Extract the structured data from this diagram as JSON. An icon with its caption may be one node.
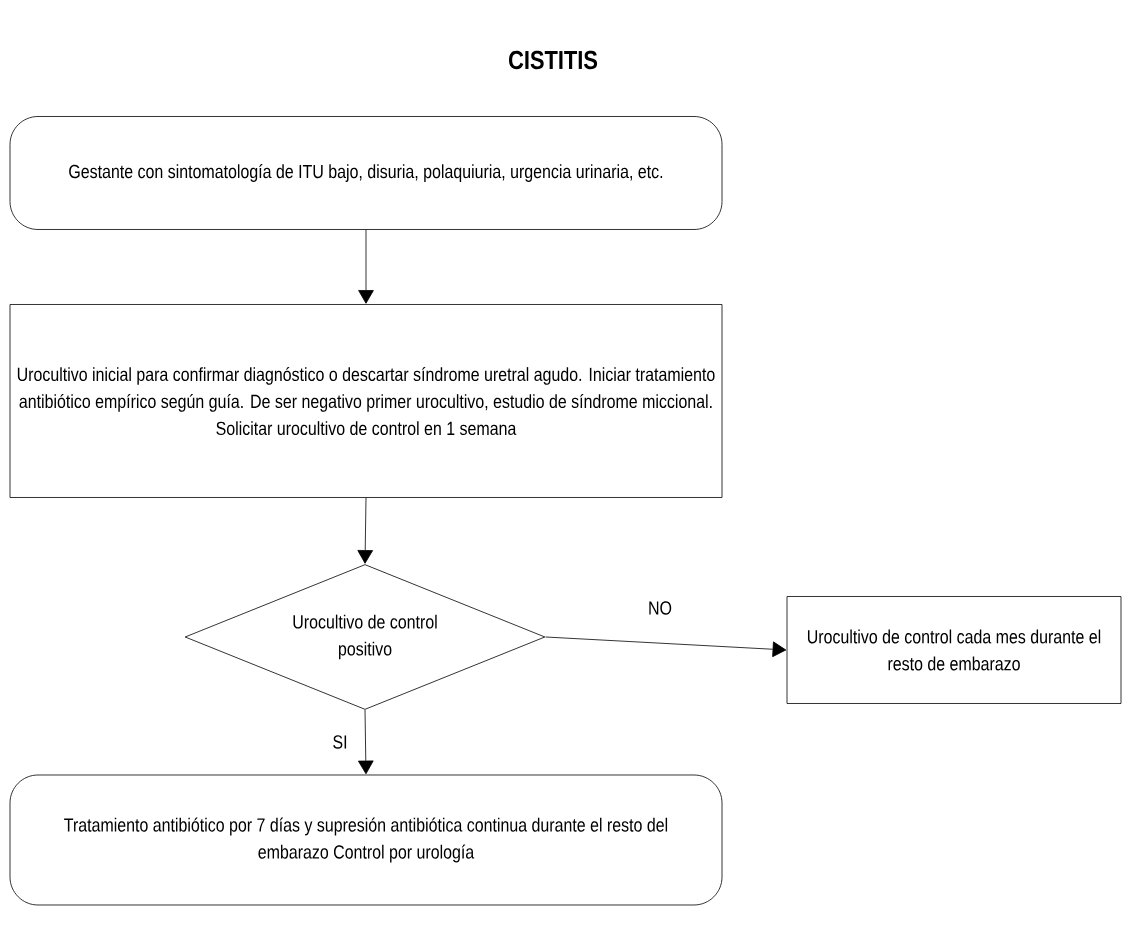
{
  "diagram": {
    "title": "CISTITIS",
    "nodes": [
      {
        "text": [
          "Gestante con sintomatología de ITU bajo, disuria, polaquiuria, urgencia urinaria, etc."
        ]
      },
      {
        "text": [
          "Urocultivo inicial para confirmar diagnóstico o descartar síndrome uretral agudo. Iniciar tratamiento antibiótico empírico según guía. De ser negativo primer urocultivo, estudio de síndrome miccional. Solicitar urocultivo de control en 1 semana"
        ]
      },
      {
        "text": [
          "Urocultivo de control positivo"
        ]
      },
      {
        "text": [
          "Urocultivo de control cada mes durante el resto de embarazo"
        ]
      },
      {
        "text": [
          "Tratamiento antibiótico por 7 días y supresión antibiótica continua durante el resto del embarazo Control por urología"
        ]
      }
    ],
    "edges": [
      {
        "from": 0,
        "to": 1,
        "arrow": "to"
      },
      {
        "from": 1,
        "to": 2,
        "arrow": "to"
      },
      {
        "from": 2,
        "to": 3,
        "arrow": "to",
        "label": "NO"
      },
      {
        "from": 2,
        "to": 4,
        "arrow": "to",
        "label": "SI"
      }
    ]
  }
}
